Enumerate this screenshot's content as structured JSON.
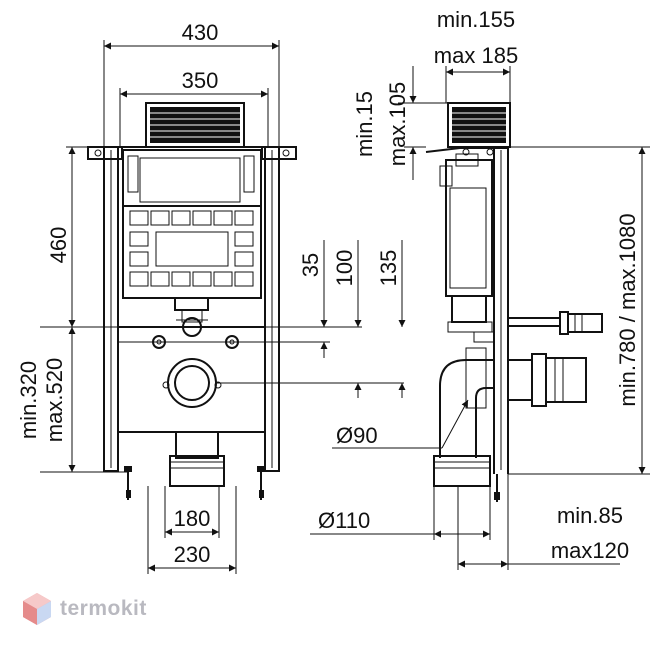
{
  "front_view": {
    "width_total": "430",
    "width_inner": "350",
    "height_top": "460",
    "height_min": "min.320",
    "height_max": "max.520",
    "offset_35": "35",
    "offset_100": "100",
    "offset_135": "135",
    "width_bottom_inner": "180",
    "width_bottom_outer": "230"
  },
  "side_view": {
    "depth_min": "min.155",
    "depth_max": "max 185",
    "top_min": "min.15",
    "top_max": "max.105",
    "height_range": "min.780 / max.1080",
    "pipe_small": "Ø90",
    "pipe_large": "Ø110",
    "wall_min": "min.85",
    "wall_max": "max120"
  },
  "brand": {
    "name": "termokit"
  }
}
